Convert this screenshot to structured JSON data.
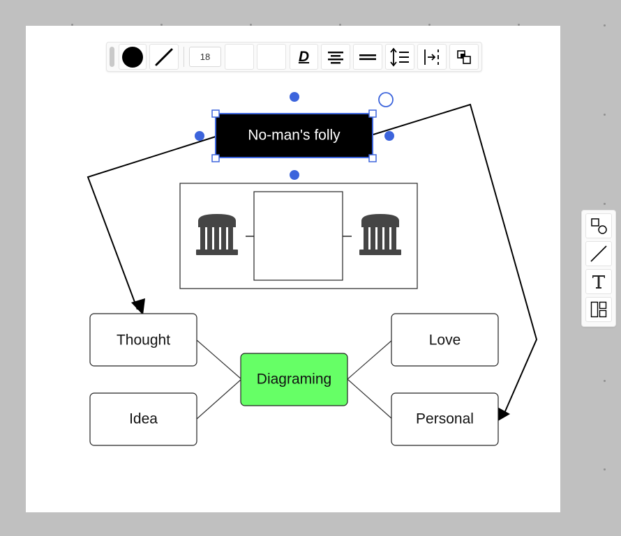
{
  "toolbar": {
    "font_size": "18",
    "bold_label": "D"
  },
  "nodes": {
    "title": "No-man's folly",
    "thought": "Thought",
    "idea": "Idea",
    "center": "Diagraming",
    "love": "Love",
    "personal": "Personal"
  },
  "colors": {
    "background": "#c0c0c0",
    "canvas": "#ffffff",
    "title_fill": "#000000",
    "title_text": "#ffffff",
    "selection": "#3c64dc",
    "center_fill": "#66ff66",
    "node_stroke": "#222222"
  },
  "icons": {
    "left_building": "temple-icon",
    "right_building": "temple-icon"
  }
}
